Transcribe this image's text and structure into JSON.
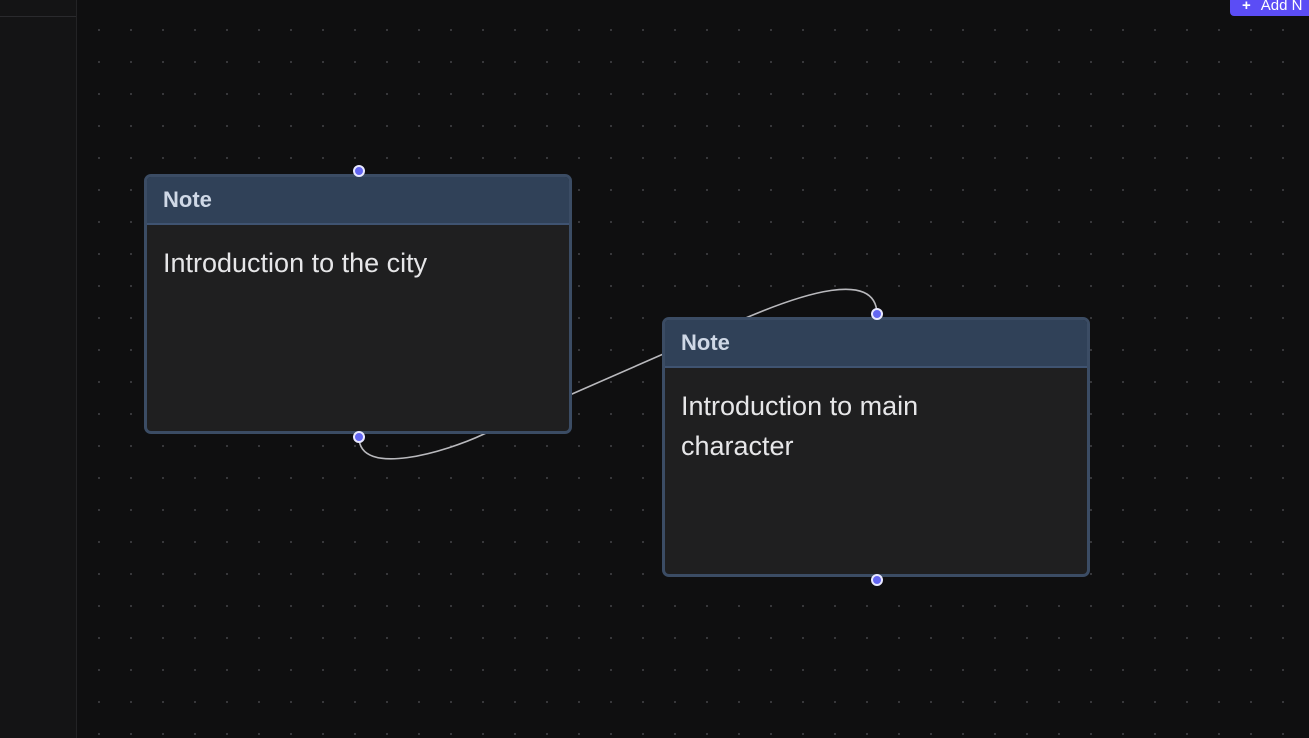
{
  "toolbar": {
    "add_node_label": "Add N",
    "add_icon": "plus-icon"
  },
  "nodes": [
    {
      "header": "Note",
      "text": "Introduction to the city"
    },
    {
      "header": "Note",
      "text_lines": [
        "Introduction to main",
        "character"
      ]
    }
  ],
  "colors": {
    "canvas_bg": "#0f0f10",
    "node_border": "#3b4c64",
    "node_header_bg": "#304158",
    "handle": "#6366f1",
    "edge": "#b9b9bd",
    "accent_button": "#5b4df5"
  }
}
